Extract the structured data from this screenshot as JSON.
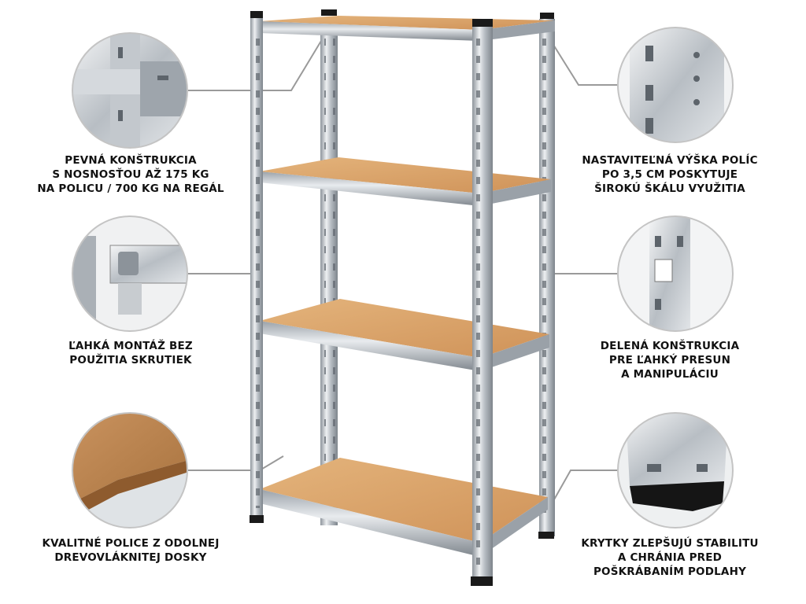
{
  "colors": {
    "text": "#111111",
    "connector": "#9a9a9a",
    "wood": "#d9a469",
    "metal": "#c8ccd0",
    "foot": "#1a1a1a"
  },
  "features": [
    {
      "id": "sturdy-construction",
      "side": "left",
      "icon": "frame-joint-closeup",
      "lines": [
        "PEVNÁ KONŠTRUKCIA",
        "S NOSNOSŤOU AŽ 175 KG",
        "NA POLICU / 700 KG NA REGÁL"
      ]
    },
    {
      "id": "easy-assembly",
      "side": "left",
      "icon": "clip-joint-closeup",
      "lines": [
        "ĽAHKÁ MONTÁŽ BEZ",
        "POUŽITIA SKRUTIEK"
      ]
    },
    {
      "id": "fiberboard-shelves",
      "side": "left",
      "icon": "fiberboard-closeup",
      "lines": [
        "KVALITNÉ POLICE Z ODOLNEJ",
        "DREVOVLÁKNITEJ DOSKY"
      ]
    },
    {
      "id": "adjustable-height",
      "side": "right",
      "icon": "perforated-post-closeup",
      "lines": [
        "NASTAVITEĽNÁ VÝŠKA POLÍC",
        "PO 3,5 CM POSKYTUJE",
        "ŠIROKÚ ŠKÁLU VYUŽITIA"
      ]
    },
    {
      "id": "split-construction",
      "side": "right",
      "icon": "split-post-closeup",
      "lines": [
        "DELENÁ KONŠTRUKCIA",
        "PRE ĽAHKÝ PRESUN",
        "A MANIPULÁCIU"
      ]
    },
    {
      "id": "foot-caps",
      "side": "right",
      "icon": "foot-cap-closeup",
      "lines": [
        "KRYTKY ZLEPŠUJÚ STABILITU",
        "A CHRÁNIA PRED",
        "POŠKRÁBANÍM PODLAHY"
      ]
    }
  ]
}
